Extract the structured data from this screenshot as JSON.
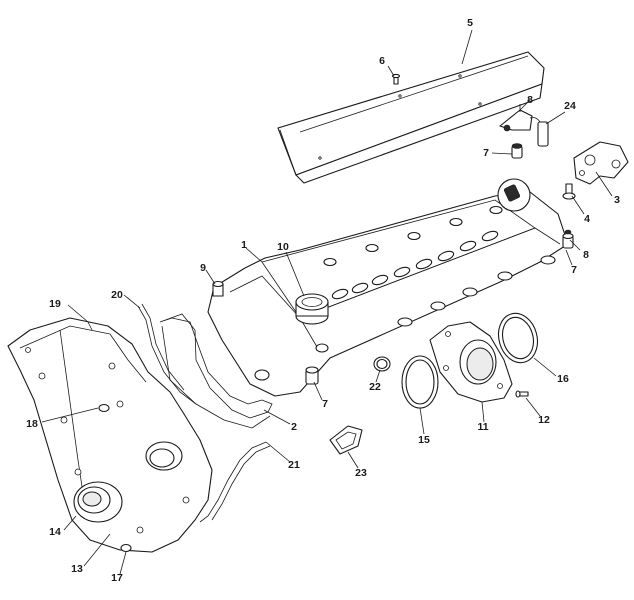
{
  "callouts": {
    "c1": "1",
    "c2": "2",
    "c3": "3",
    "c4": "4",
    "c5": "5",
    "c6": "6",
    "c7a": "7",
    "c7b": "7",
    "c7c": "7",
    "c8a": "8",
    "c8b": "8",
    "c9": "9",
    "c10": "10",
    "c11": "11",
    "c12": "12",
    "c13": "13",
    "c14": "14",
    "c15": "15",
    "c16": "16",
    "c17": "17",
    "c18": "18",
    "c19": "19",
    "c20": "20",
    "c21": "21",
    "c22": "22",
    "c23": "23",
    "c24": "24"
  }
}
